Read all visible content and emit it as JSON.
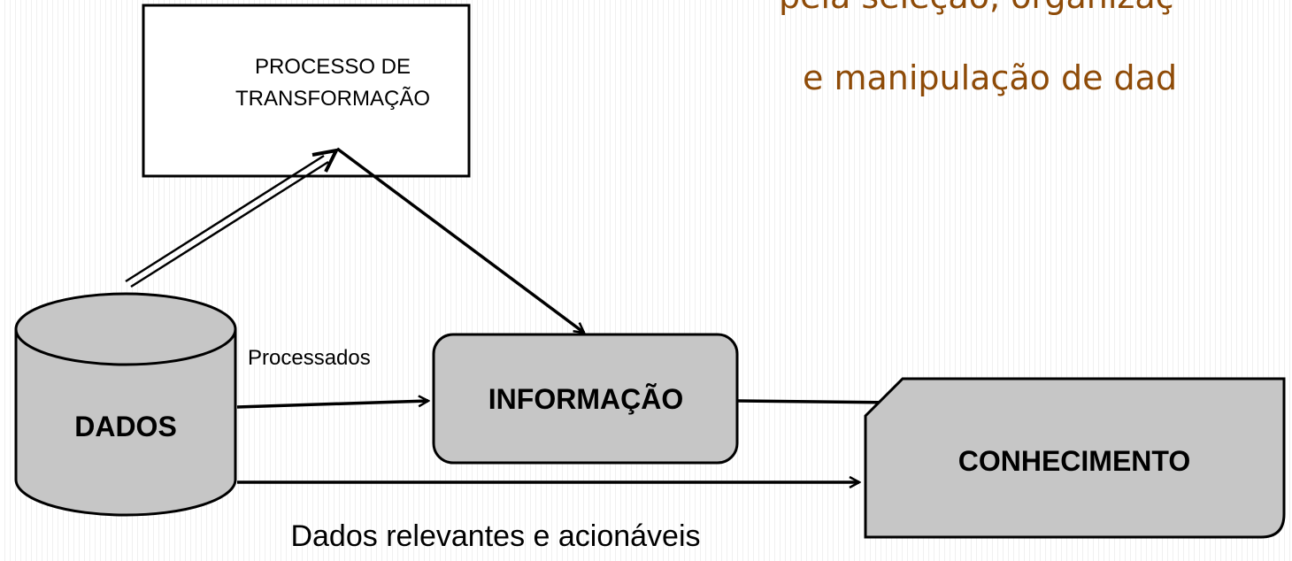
{
  "header": {
    "line1": "pela seleção, organizaç",
    "line2": "e manipulação de dad"
  },
  "nodes": {
    "process_line1": "PROCESSO DE",
    "process_line2": "TRANSFORMAÇÃO",
    "dados": "DADOS",
    "informacao": "INFORMAÇÃO",
    "conhecimento": "CONHECIMENTO"
  },
  "edges": {
    "processados": "Processados",
    "dados_relevantes": "Dados relevantes e acionáveis"
  },
  "colors": {
    "header_text": "#8e4b08",
    "node_fill": "#c6c6c6",
    "line": "#000000"
  }
}
